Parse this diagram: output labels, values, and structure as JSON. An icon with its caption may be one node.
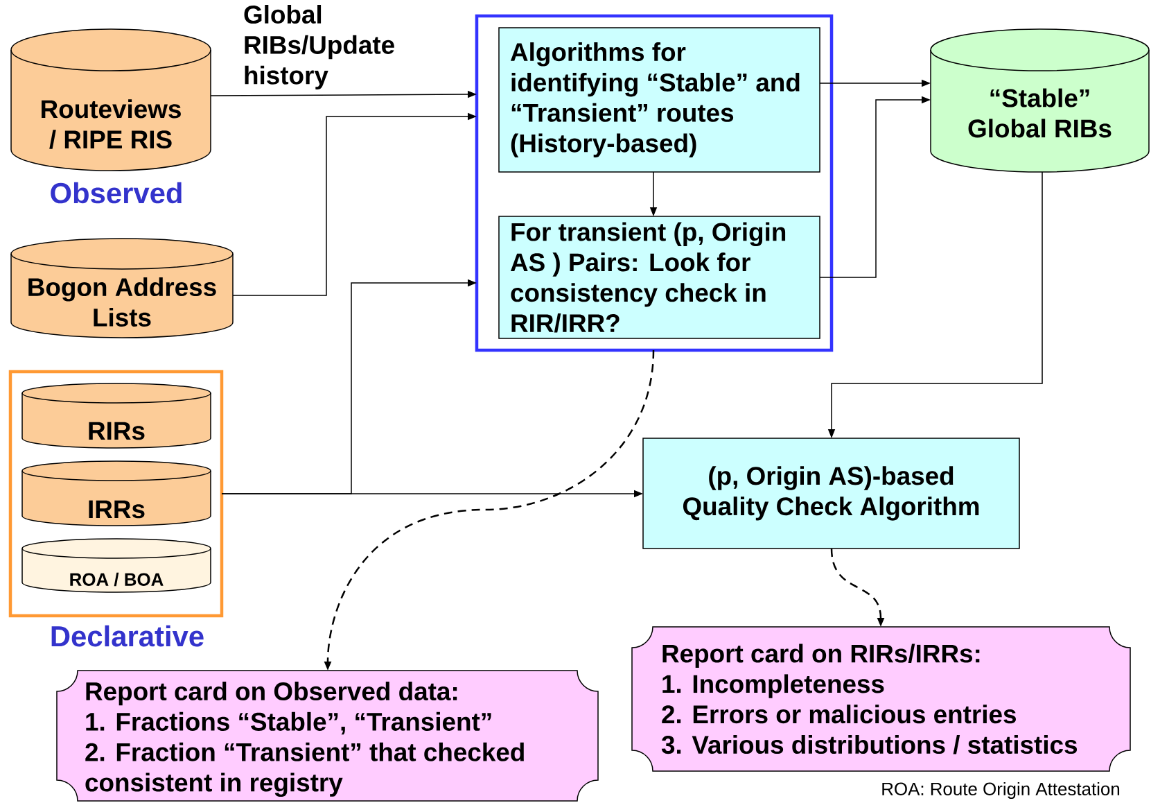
{
  "diagram": {
    "nodes": [
      {
        "text": [
          "Routeviews / RIPE RIS"
        ],
        "beside": [
          "Observed"
        ]
      },
      {
        "text": [
          "Bogon Address Lists"
        ]
      },
      {
        "text": [
          "Declarative"
        ]
      },
      {
        "text": [
          "RIRs"
        ],
        "in": 2
      },
      {
        "text": [
          "IRRs"
        ],
        "in": 2
      },
      {
        "text": [
          "ROA / BOA"
        ],
        "in": 2
      },
      {
        "text": [],
        "shape": "box"
      },
      {
        "text": [
          "Algorithms for identifying “Stable” and “Transient” routes (History-based)"
        ],
        "in": 6
      },
      {
        "text": [
          "For transient (p, Origin AS ) Pairs: Look for consistency check in RIR/IRR?"
        ],
        "in": 6
      },
      {
        "text": [
          "“Stable” Global RIBs"
        ]
      },
      {
        "text": [
          "(p, Origin AS)-based Quality Check Algorithm"
        ]
      },
      {
        "text": [
          "Report card on Observed data:",
          "1. Fractions “Stable”, “Transient”",
          "2. Fraction “Transient” that checked consistent in registry"
        ]
      },
      {
        "text": [
          "Report card on RIRs/IRRs:",
          "1. Incompleteness",
          "2. Errors or malicious entries",
          "3. Various distributions / statistics"
        ]
      }
    ],
    "edges": [
      {
        "from": 0,
        "to": 6,
        "arrow": "to",
        "label": "Global RIBs/Update history"
      },
      {
        "from": 1,
        "to": 6,
        "arrow": "to"
      },
      {
        "from": 2,
        "to": 6,
        "arrow": "to"
      },
      {
        "from": 2,
        "to": 10,
        "arrow": "to"
      },
      {
        "from": 7,
        "to": 8,
        "arrow": "to"
      },
      {
        "from": 7,
        "to": 9,
        "arrow": "to"
      },
      {
        "from": 8,
        "to": 9,
        "arrow": "to"
      },
      {
        "from": 9,
        "to": 10,
        "arrow": "to"
      },
      {
        "from": 6,
        "to": 11,
        "arrow": "to",
        "style": "dashed"
      },
      {
        "from": 10,
        "to": 12,
        "arrow": "to",
        "style": "dashed"
      }
    ],
    "labels": [
      "ROA: Route Origin Attestation"
    ]
  }
}
